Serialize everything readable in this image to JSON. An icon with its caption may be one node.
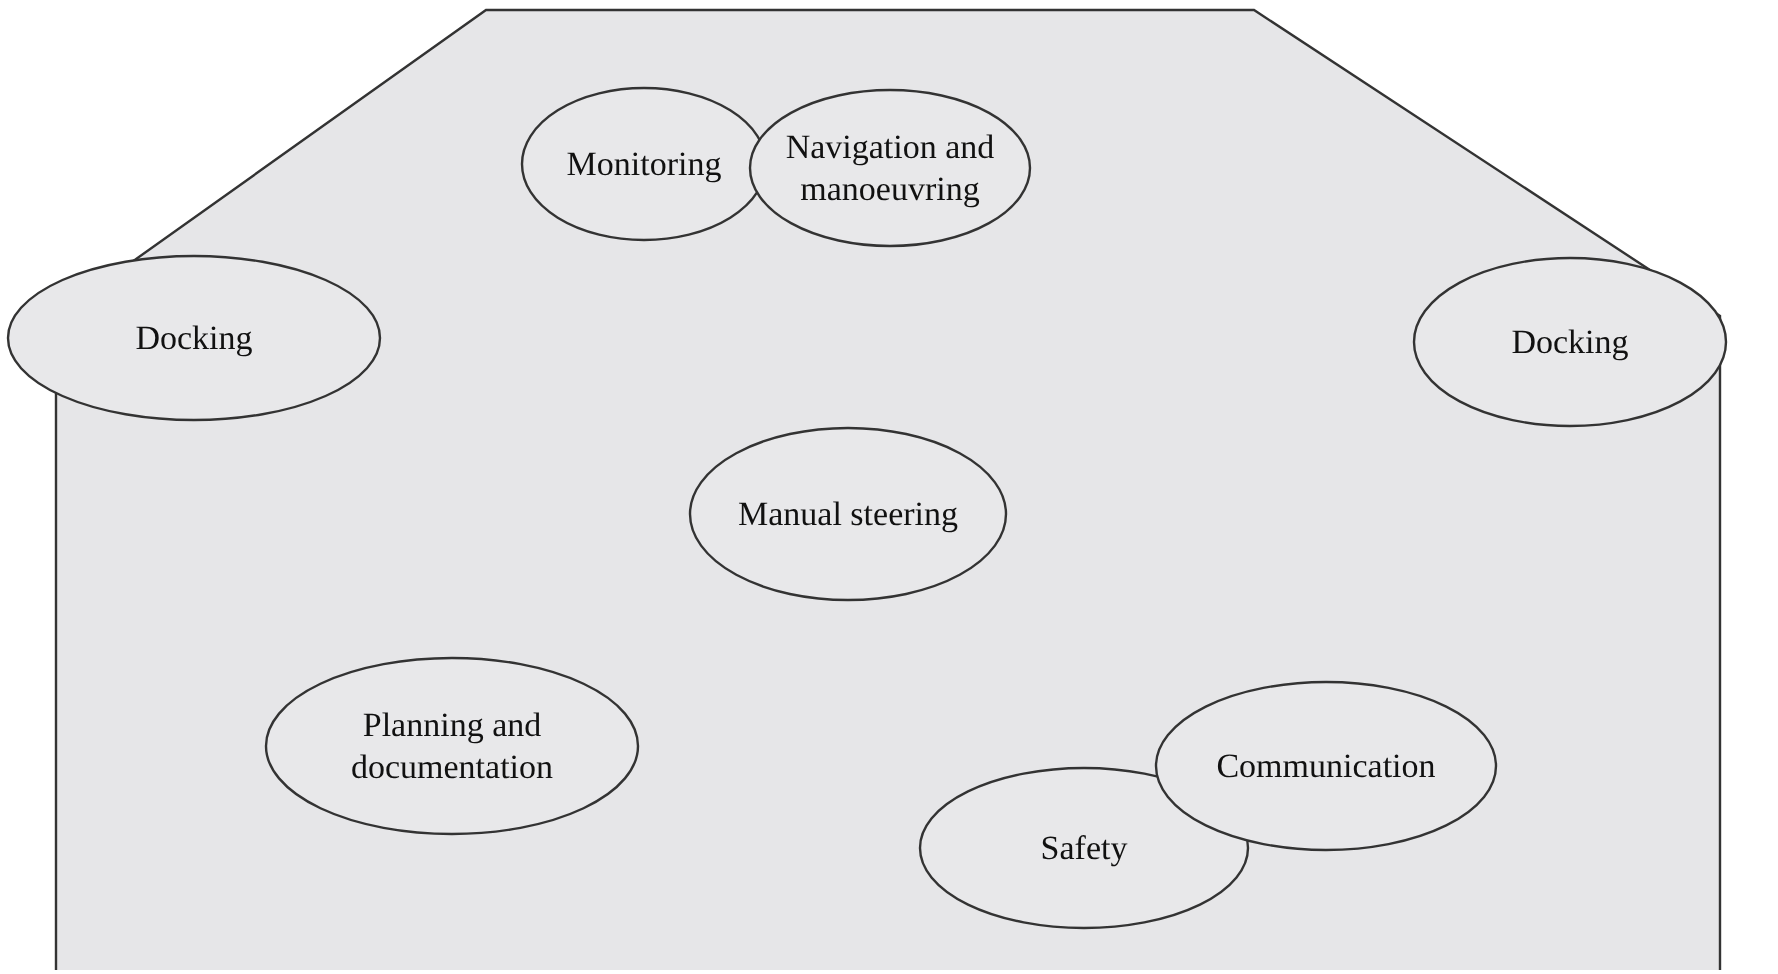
{
  "diagram": {
    "nodes": [
      {
        "text": [
          "Monitoring"
        ]
      },
      {
        "text": [
          "Navigation and manoeuvring"
        ]
      },
      {
        "text": [
          "Docking"
        ]
      },
      {
        "text": [
          "Docking"
        ]
      },
      {
        "text": [
          "Manual steering"
        ]
      },
      {
        "text": [
          "Planning and documentation"
        ]
      },
      {
        "text": [
          "Safety"
        ]
      },
      {
        "text": [
          "Communication"
        ]
      }
    ]
  }
}
